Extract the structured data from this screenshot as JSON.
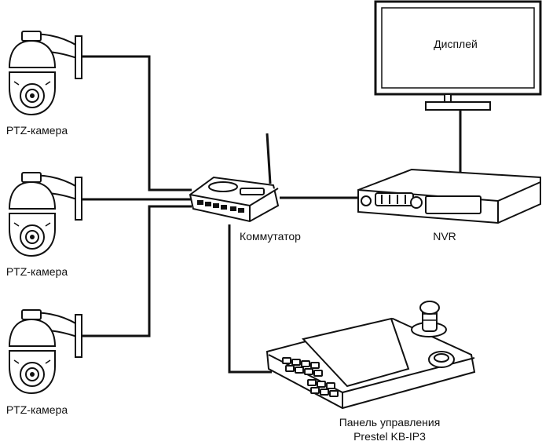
{
  "cameras": [
    {
      "label": "PTZ-камера"
    },
    {
      "label": "PTZ-камера"
    },
    {
      "label": "PTZ-камера"
    }
  ],
  "switch": {
    "label": "Коммутатор"
  },
  "nvr": {
    "label": "NVR"
  },
  "display": {
    "label": "Дисплей"
  },
  "keyboard": {
    "label_line1": "Панель управления",
    "label_line2": "Prestel KB-IP3"
  }
}
